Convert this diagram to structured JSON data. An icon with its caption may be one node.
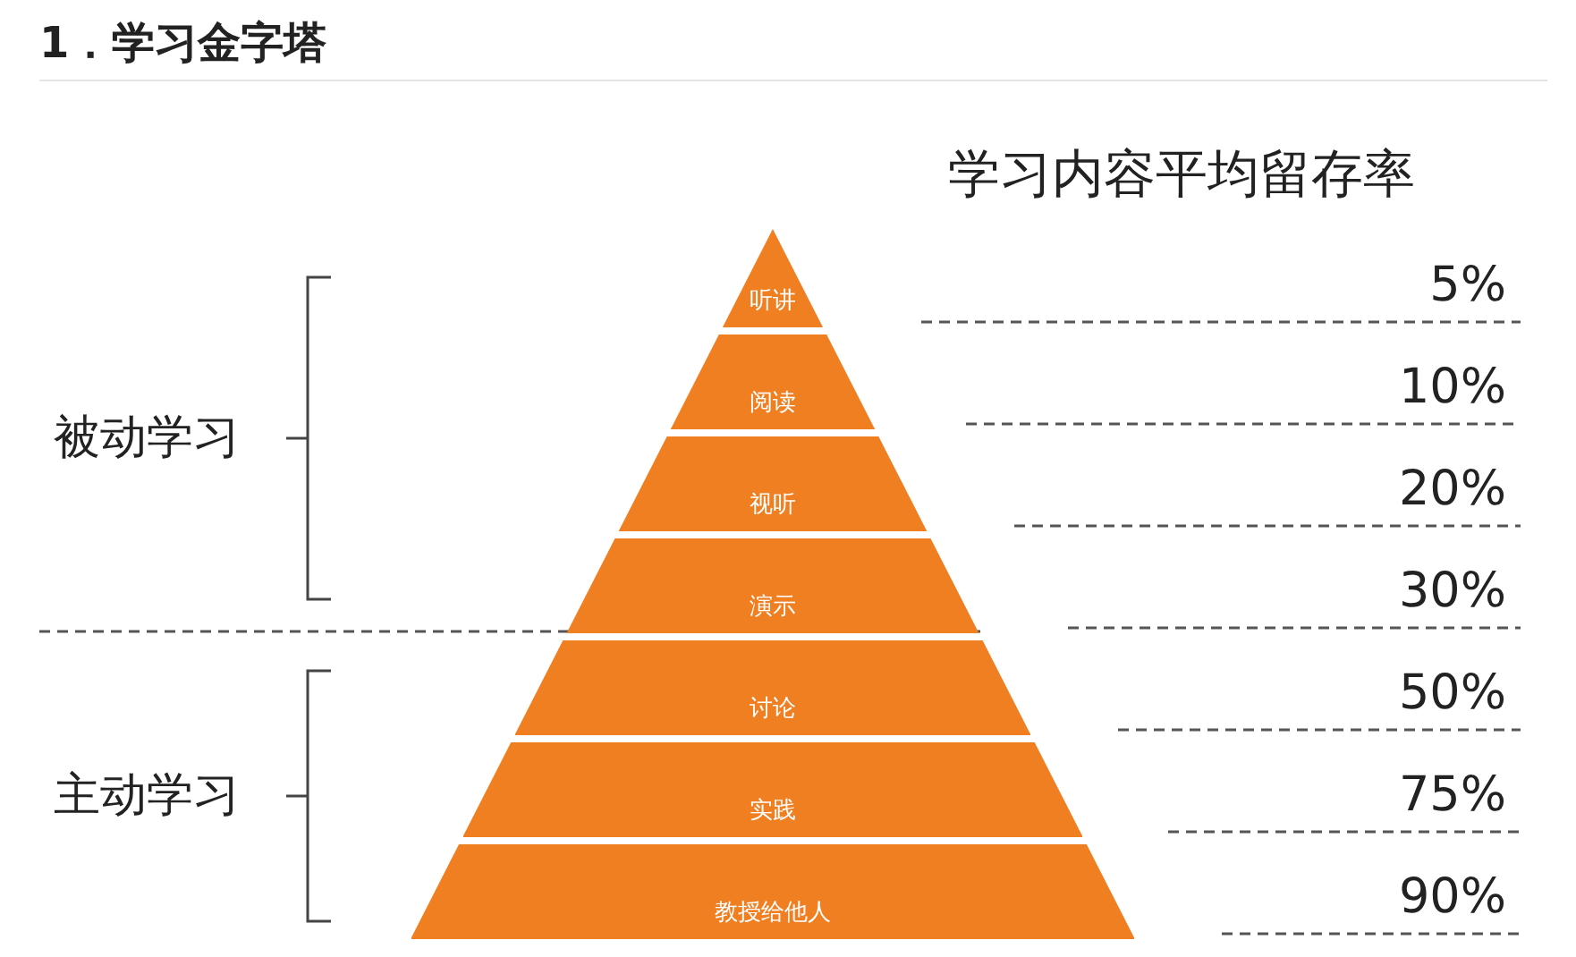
{
  "diagram": {
    "title": "1．学习金字塔",
    "nodes": [
      {
        "text": [
          "听讲"
        ]
      },
      {
        "text": [
          "阅读"
        ]
      },
      {
        "text": [
          "视听"
        ]
      },
      {
        "text": [
          "演示"
        ]
      },
      {
        "text": [
          "讨论"
        ]
      },
      {
        "text": [
          "实践"
        ]
      },
      {
        "text": [
          "教授给他人"
        ]
      }
    ],
    "edges": [],
    "labels": [
      "学习内容平均留存率",
      "5%",
      "10%",
      "20%",
      "30%",
      "50%",
      "75%",
      "90%",
      "被动学习",
      "主动学习"
    ]
  }
}
